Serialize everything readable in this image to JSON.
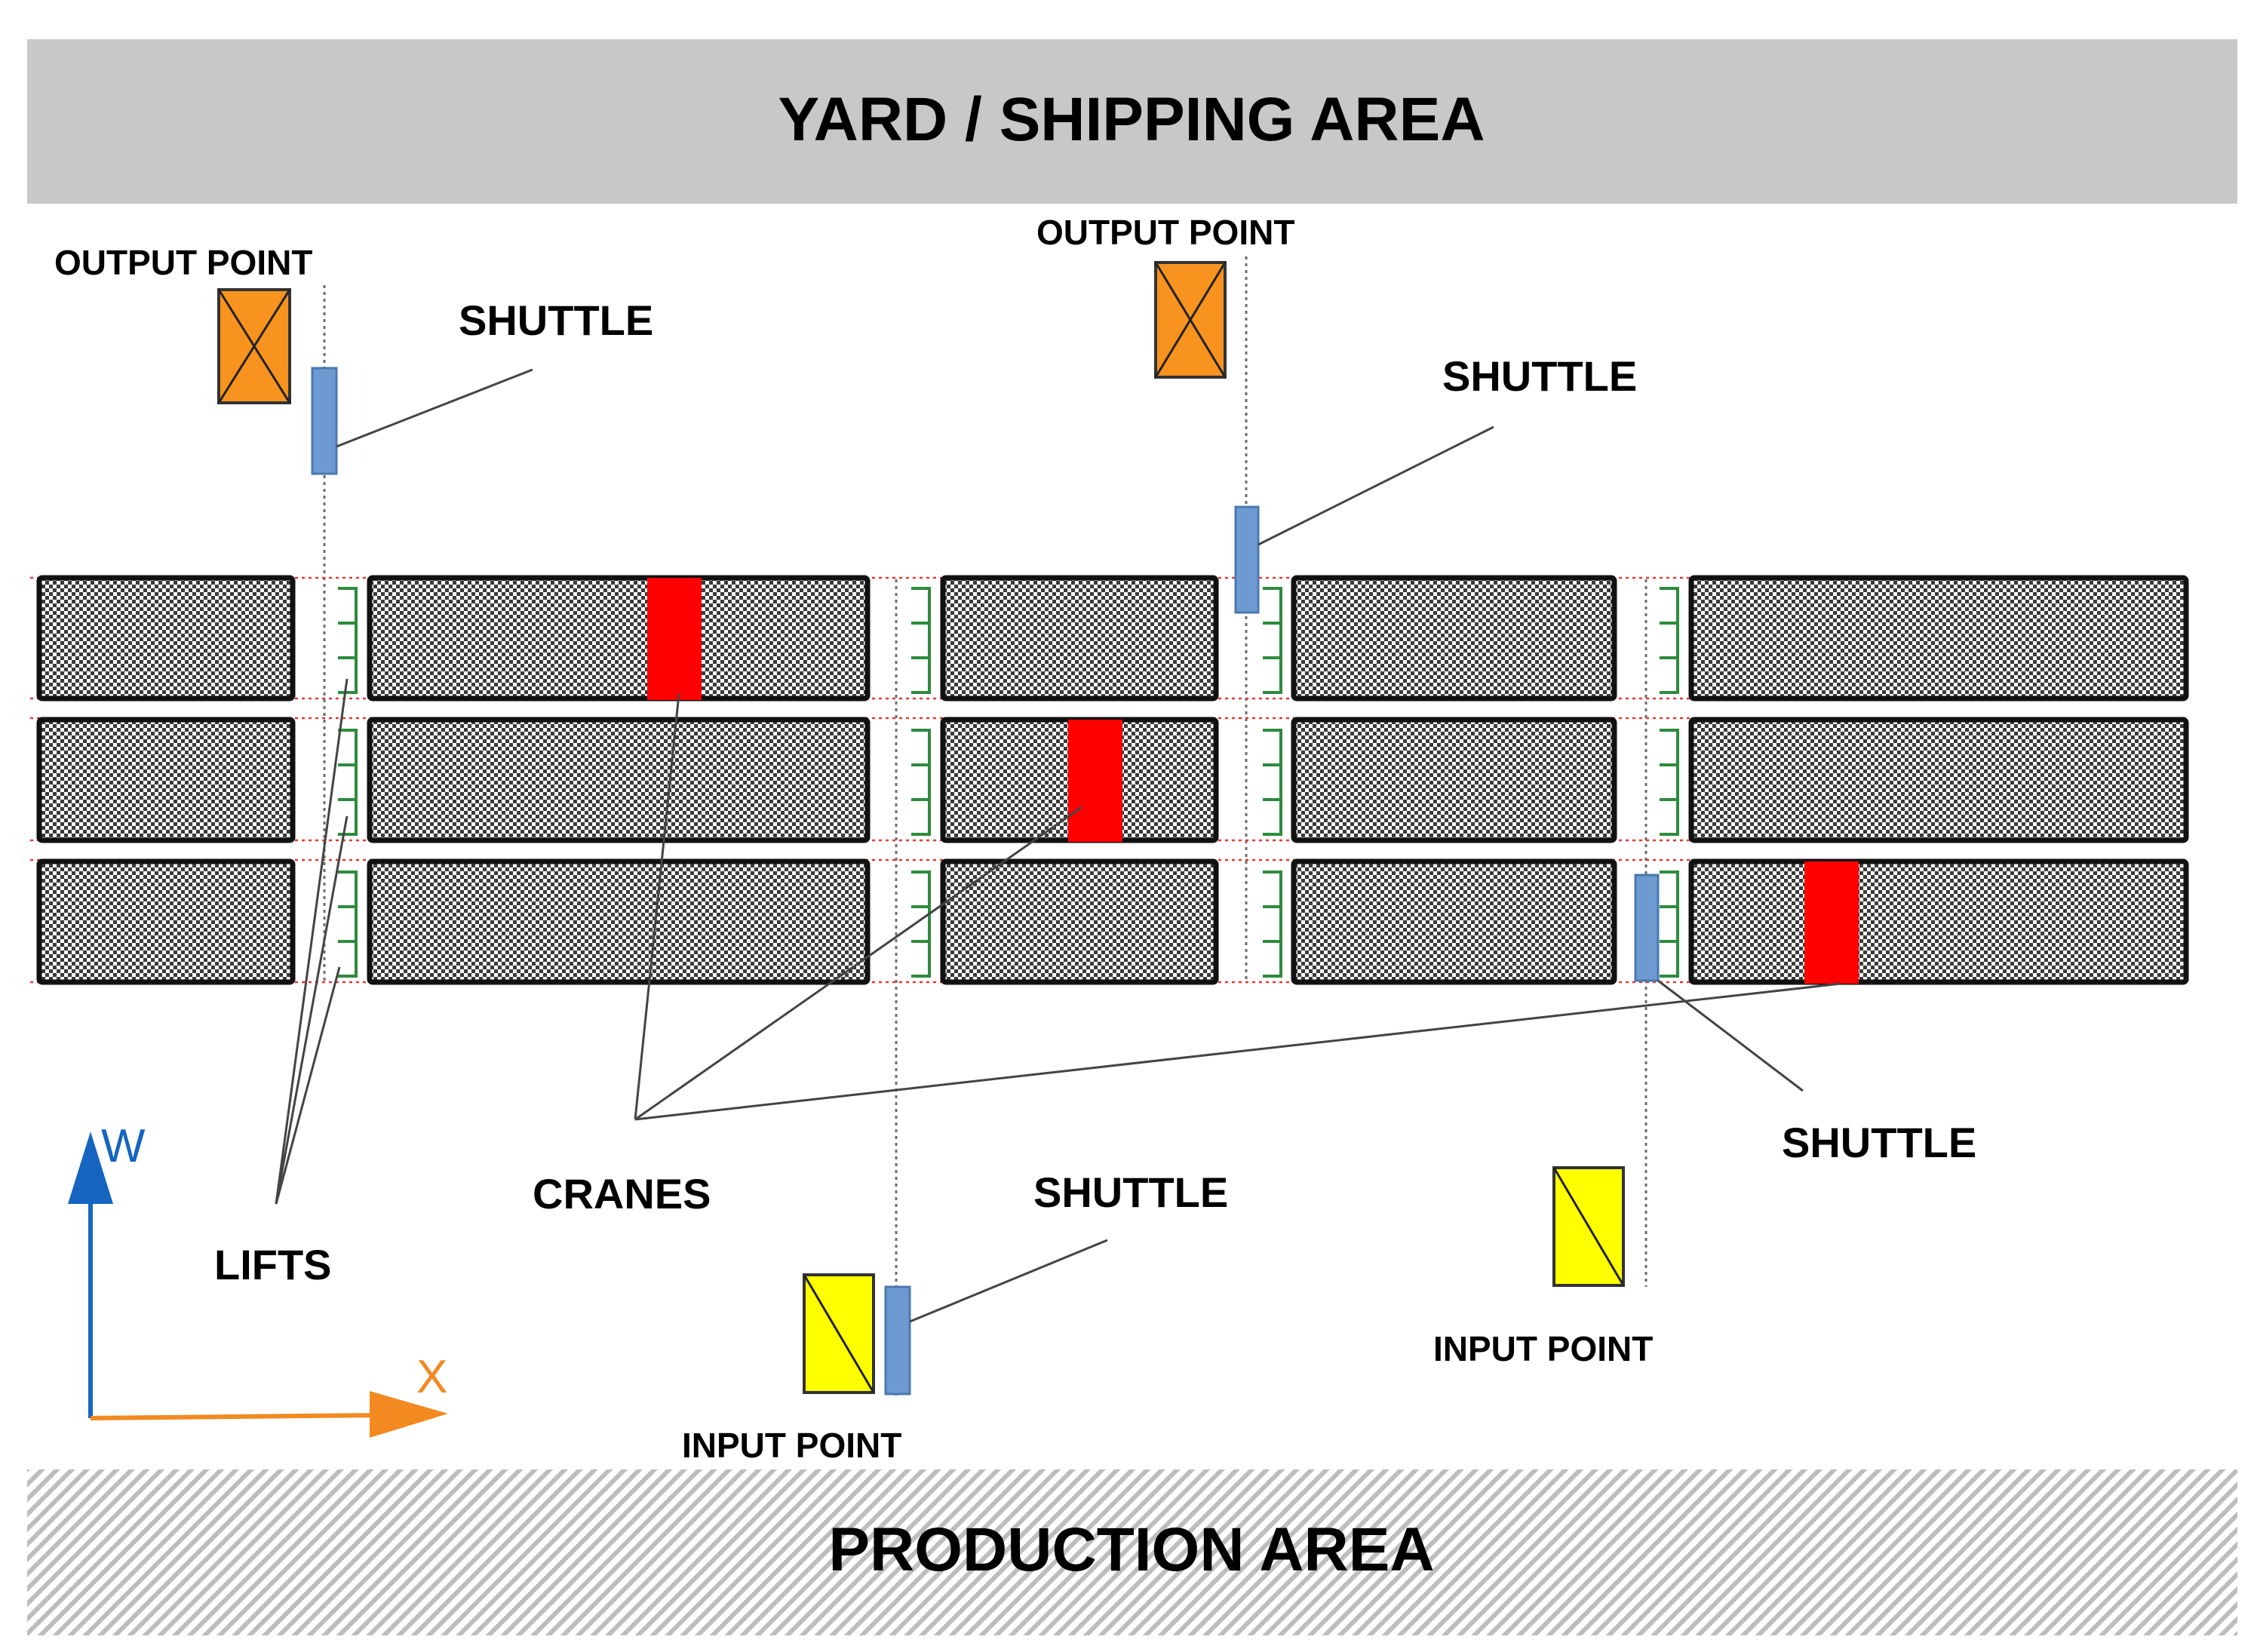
{
  "zones": {
    "top": "YARD / SHIPPING AREA",
    "bottom": "PRODUCTION AREA"
  },
  "labels": {
    "output_point_1": "OUTPUT POINT",
    "output_point_2": "OUTPUT POINT",
    "shuttle_1": "SHUTTLE",
    "shuttle_2": "SHUTTLE",
    "shuttle_3": "SHUTTLE",
    "shuttle_4": "SHUTTLE",
    "lifts": "LIFTS",
    "cranes": "CRANES",
    "input_point_1": "INPUT POINT",
    "input_point_2": "INPUT POINT"
  },
  "axes": {
    "vertical": "W",
    "horizontal": "X"
  },
  "colors": {
    "zone_top": "#c8c8c8",
    "zone_bottom_hatch": "#bdbdbd",
    "output_point": "#f7931e",
    "input_point": "#ffff00",
    "shuttle": "#6d9bd1",
    "crane": "#ff0000",
    "lift": "#2e8b3d",
    "axis_w": "#1565c0",
    "axis_x": "#f28a21",
    "rack_guide": "#e53935"
  }
}
